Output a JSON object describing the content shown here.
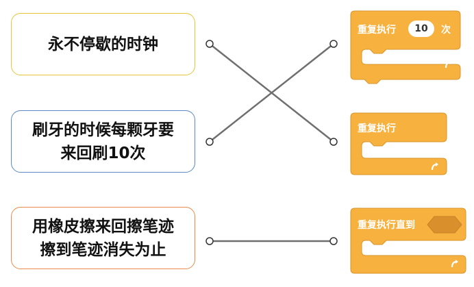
{
  "cards": [
    {
      "text": "永不停歇的时钟",
      "border": "#e7c53b"
    },
    {
      "text": "刷牙的时候每颗牙要\n来回刷10次",
      "border": "#5b87c6"
    },
    {
      "text": "用橡皮擦来回擦笔迹\n擦到笔迹消失为止",
      "border": "#ea8a47"
    }
  ],
  "blocks": [
    {
      "label": "重复执行",
      "count": "10",
      "suffix": "次",
      "icon": "loop-arrow-icon"
    },
    {
      "label": "重复执行",
      "icon": "loop-arrow-icon"
    },
    {
      "label": "重复执行直到",
      "slot": "hexagon-condition-slot",
      "icon": "loop-arrow-icon"
    }
  ],
  "colors": {
    "block_fill": "#f7b13f",
    "block_stroke": "#d9952c",
    "condition_slot": "#d98f2b",
    "wire": "#6f6f6f"
  }
}
